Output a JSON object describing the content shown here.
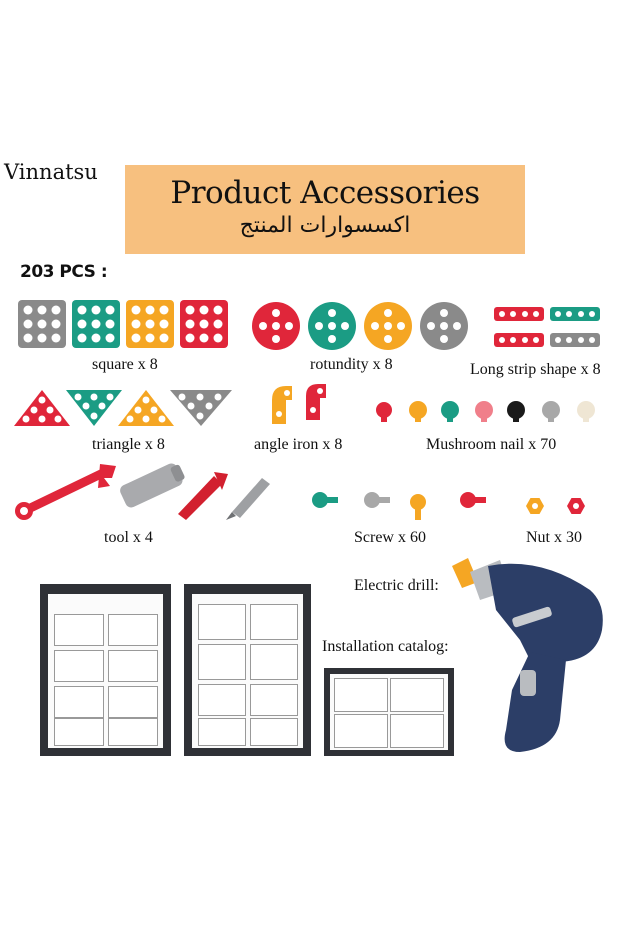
{
  "brand": "Vinnatsu",
  "banner": {
    "title": "Product Accessories",
    "subtitle_ar": "اكسسوارات المنتج"
  },
  "pieces_count": "203 PCS :",
  "labels": {
    "square": "square x 8",
    "rotundity": "rotundity x 8",
    "long_strip": "Long strip shape x 8",
    "triangle": "triangle x 8",
    "angle_iron": "angle iron x 8",
    "mushroom_nail": "Mushroom nail x 70",
    "tool": "tool x 4",
    "screw": "Screw x 60",
    "nut": "Nut x 30",
    "electric_drill": "Electric drill:",
    "installation_catalog": "Installation catalog:"
  },
  "colors": {
    "gray": "#8a8a8a",
    "green": "#1b9c84",
    "orange": "#f5a623",
    "red": "#e0263a",
    "navy": "#2c3e67",
    "silver": "#b9bcc0",
    "banner": "#f7c07f"
  }
}
